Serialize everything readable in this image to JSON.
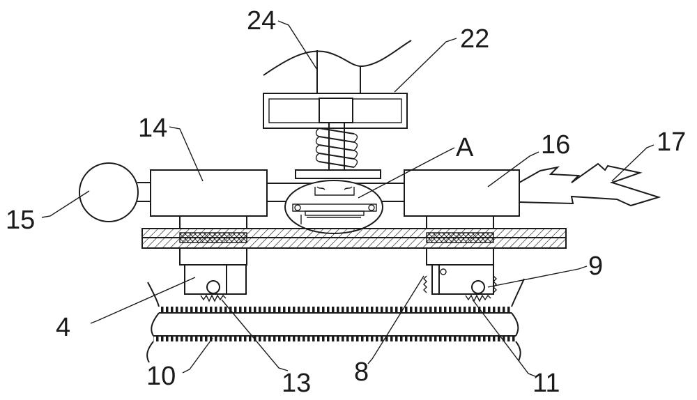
{
  "labels": {
    "l24": "24",
    "l22": "22",
    "l14": "14",
    "lA": "A",
    "l16": "16",
    "l17": "17",
    "l15": "15",
    "l9": "9",
    "l4": "4",
    "l10": "10",
    "l13": "13",
    "l8": "8",
    "l11": "11"
  }
}
